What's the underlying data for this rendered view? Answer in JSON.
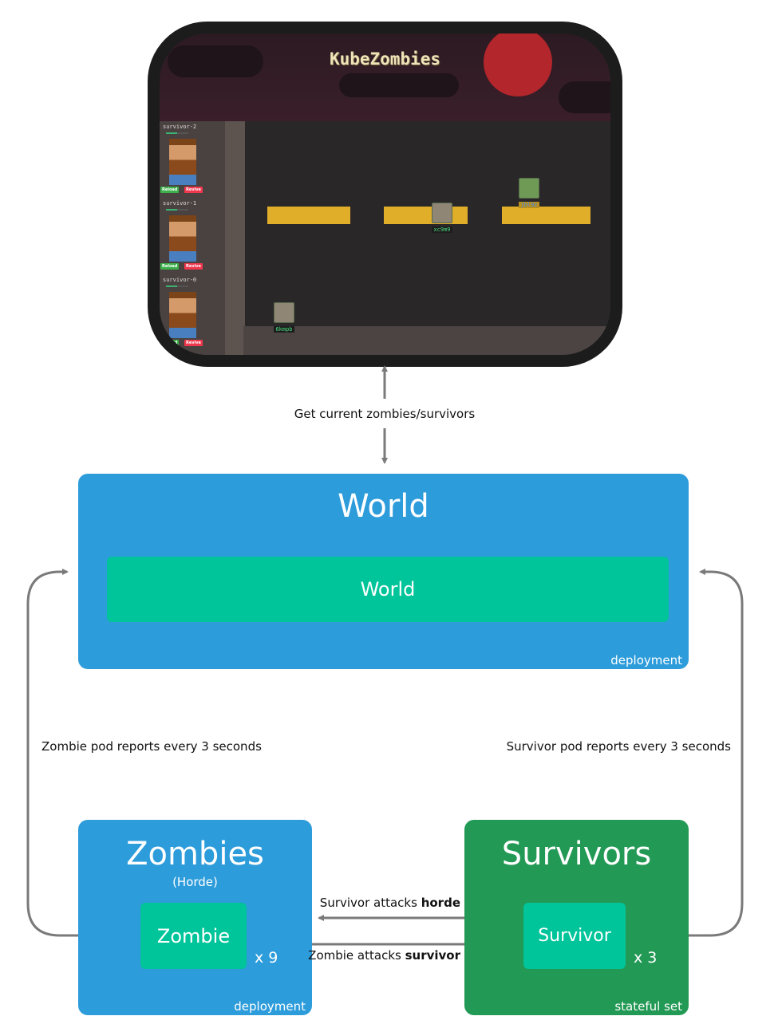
{
  "game": {
    "title": "KubeZombies",
    "survivors": [
      {
        "name": "survivor-2",
        "reload": "Reload",
        "revive": "Revive"
      },
      {
        "name": "survivor-1",
        "reload": "Reload",
        "revive": "Revive"
      },
      {
        "name": "survivor-0",
        "reload": "Reload",
        "revive": "Revive"
      }
    ],
    "zombies": [
      "xc9m9",
      "jbl9z",
      "6kmpb"
    ]
  },
  "arrow_top_label": "Get current zombies/survivors",
  "world": {
    "title": "World",
    "inner": "World",
    "type": "deployment"
  },
  "left_label": "Zombie pod reports every 3 seconds",
  "right_label": "Survivor pod reports every 3 seconds",
  "zombies": {
    "title": "Zombies",
    "subtitle": "(Horde)",
    "inner": "Zombie",
    "count": "x 9",
    "type": "deployment"
  },
  "survivors": {
    "title": "Survivors",
    "inner": "Survivor",
    "count": "x 3",
    "type": "stateful set"
  },
  "attack_1": {
    "prefix": "Survivor attacks ",
    "bold": "horde"
  },
  "attack_2": {
    "prefix": "Zombie attacks ",
    "bold": "survivor"
  },
  "colors": {
    "blue": "#2d9cdb",
    "green": "#229954",
    "teal": "#00c49a",
    "connector": "#7a7a7a"
  }
}
